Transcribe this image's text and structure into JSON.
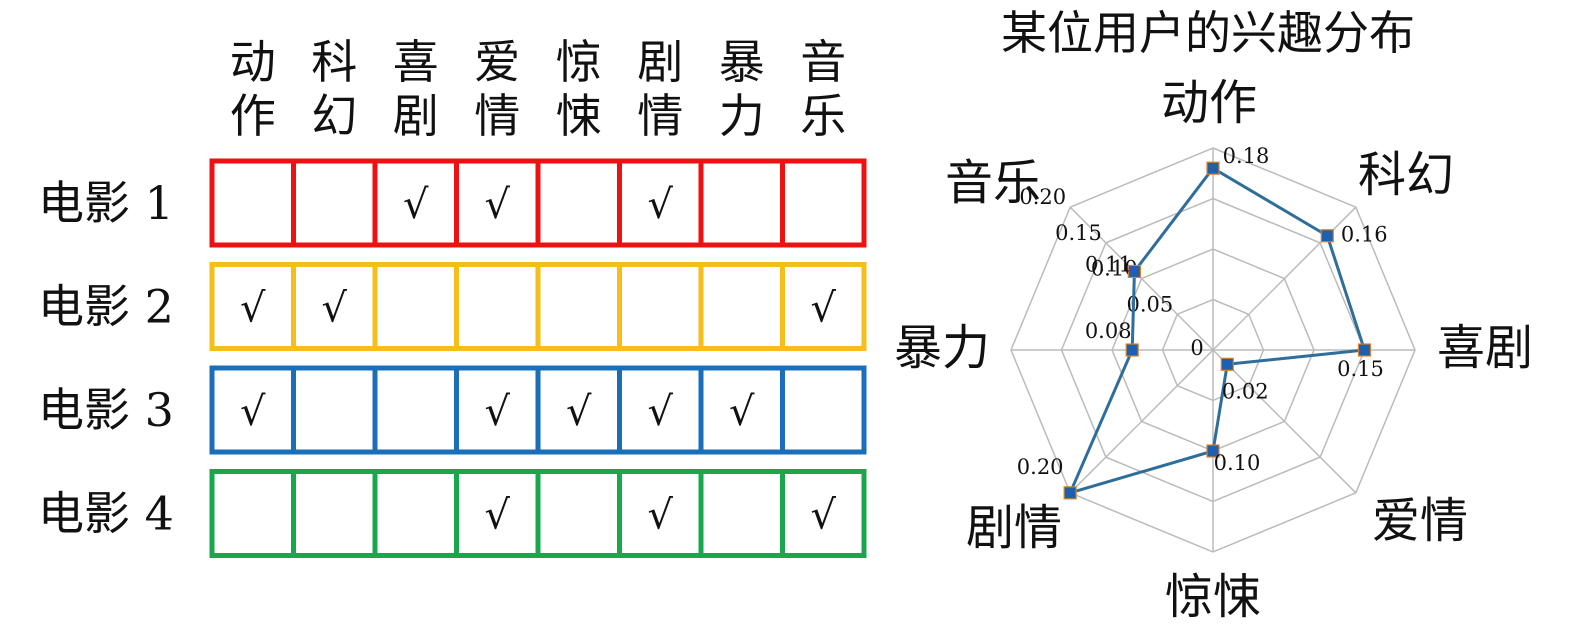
{
  "chart_data": [
    {
      "type": "table",
      "columns": [
        "动\n作",
        "科\n幻",
        "喜\n剧",
        "爱\n情",
        "惊\n悚",
        "剧\n情",
        "暴\n力",
        "音\n乐"
      ],
      "check_mark": "√",
      "rows": [
        {
          "label": "电影 1",
          "color": "#ee1111",
          "checks": [
            false,
            false,
            true,
            true,
            false,
            true,
            false,
            false
          ]
        },
        {
          "label": "电影 2",
          "color": "#f5be1a",
          "checks": [
            true,
            true,
            false,
            false,
            false,
            false,
            false,
            true
          ]
        },
        {
          "label": "电影 3",
          "color": "#1a6fb8",
          "checks": [
            true,
            false,
            false,
            true,
            true,
            true,
            true,
            false
          ]
        },
        {
          "label": "电影 4",
          "color": "#18a84b",
          "checks": [
            false,
            false,
            false,
            true,
            false,
            true,
            false,
            true
          ]
        }
      ]
    },
    {
      "type": "radar",
      "title": "某位用户的兴趣分布",
      "categories": [
        "动作",
        "科幻",
        "喜剧",
        "爱情",
        "惊悚",
        "剧情",
        "暴力",
        "音乐"
      ],
      "values": [
        0.18,
        0.16,
        0.15,
        0.02,
        0.1,
        0.2,
        0.08,
        0.11
      ],
      "value_labels": [
        "0.18",
        "0.16",
        "0.15",
        "0.02",
        "0.10",
        "0.20",
        "0.08",
        "0.11"
      ],
      "rmax": 0.2,
      "ticks": [
        0,
        0.05,
        0.1,
        0.15,
        0.2
      ],
      "tick_labels": [
        "0",
        "0.05",
        "0.10",
        "0.15",
        "0.20"
      ],
      "line_color": "#2f6e9a",
      "marker_color": "#1f5fb0",
      "marker_edge": "#d9822b",
      "grid_color": "#bbbbbb"
    }
  ]
}
